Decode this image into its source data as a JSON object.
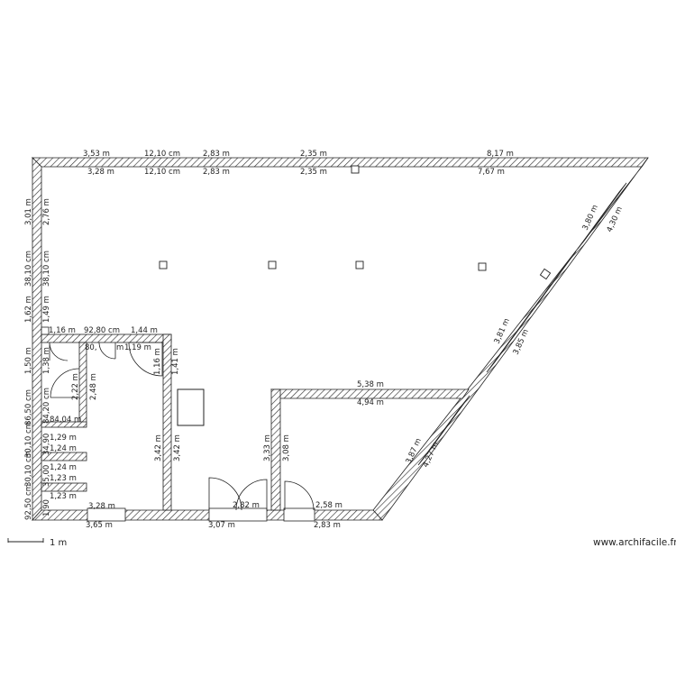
{
  "dimensions": {
    "top_outer_1": "3,53 m",
    "top_outer_2": "12,10 cm",
    "top_outer_3": "2,83 m",
    "top_outer_4": "2,35 m",
    "top_outer_5": "8,17 m",
    "top_inner_1": "3,28 m",
    "top_inner_2": "12,10 cm",
    "top_inner_3": "2,83 m",
    "top_inner_4": "2,35 m",
    "top_inner_5": "7,67 m",
    "left_1": "3,01 m",
    "left_2": "2,76 m",
    "left_3": "38,10 cm",
    "left_4": "38,10 cm",
    "left_5": "1,62 m",
    "left_6": "1,49 m",
    "left_7": "1,50 m",
    "left_8": "1,38 m",
    "left_9": "86,50 cm",
    "left_10": "84,20 cm",
    "left_11": "30,10 cm",
    "left_12": "34,90",
    "left_13": "30,10 cm",
    "left_14": "35,00",
    "left_15": "92,50 cm",
    "left_16": "1,90",
    "wc_1": "1,16 m",
    "wc_2": "92,80 cm",
    "wc_3": "1,44 m",
    "wc_4": "80,",
    "wc_5": "m",
    "wc_6": "1,19 m",
    "wc_7": "1,16 m",
    "wc_8": "1,41 m",
    "wc_9": "2,22 m",
    "wc_10": "2,48 m",
    "wc_11": "84,04 m",
    "shelf_1": "1,29 m",
    "shelf_2": "1,24 m",
    "shelf_3": "1,24 m",
    "shelf_4": "1,23 m",
    "shelf_5": "1,23 m",
    "part_1": "3,42 m",
    "part_2": "3,42 m",
    "part_3": "3,33 m",
    "part_4": "3,08 m",
    "room_1": "5,38 m",
    "room_2": "4,94 m",
    "bottom_1": "3,28 m",
    "bottom_2": "3,65 m",
    "bottom_3": "2,82 m",
    "bottom_4": "3,07 m",
    "bottom_5": "2,58 m",
    "bottom_6": "2,83 m",
    "diag_1": "3,80 m",
    "diag_2": "4,30 m",
    "diag_3": "3,81 m",
    "diag_4": "3,85 m",
    "diag_5": "3,87 m",
    "diag_6": "4,27 m"
  },
  "scale_label": "1 m",
  "credit": "www.archifacile.fr"
}
